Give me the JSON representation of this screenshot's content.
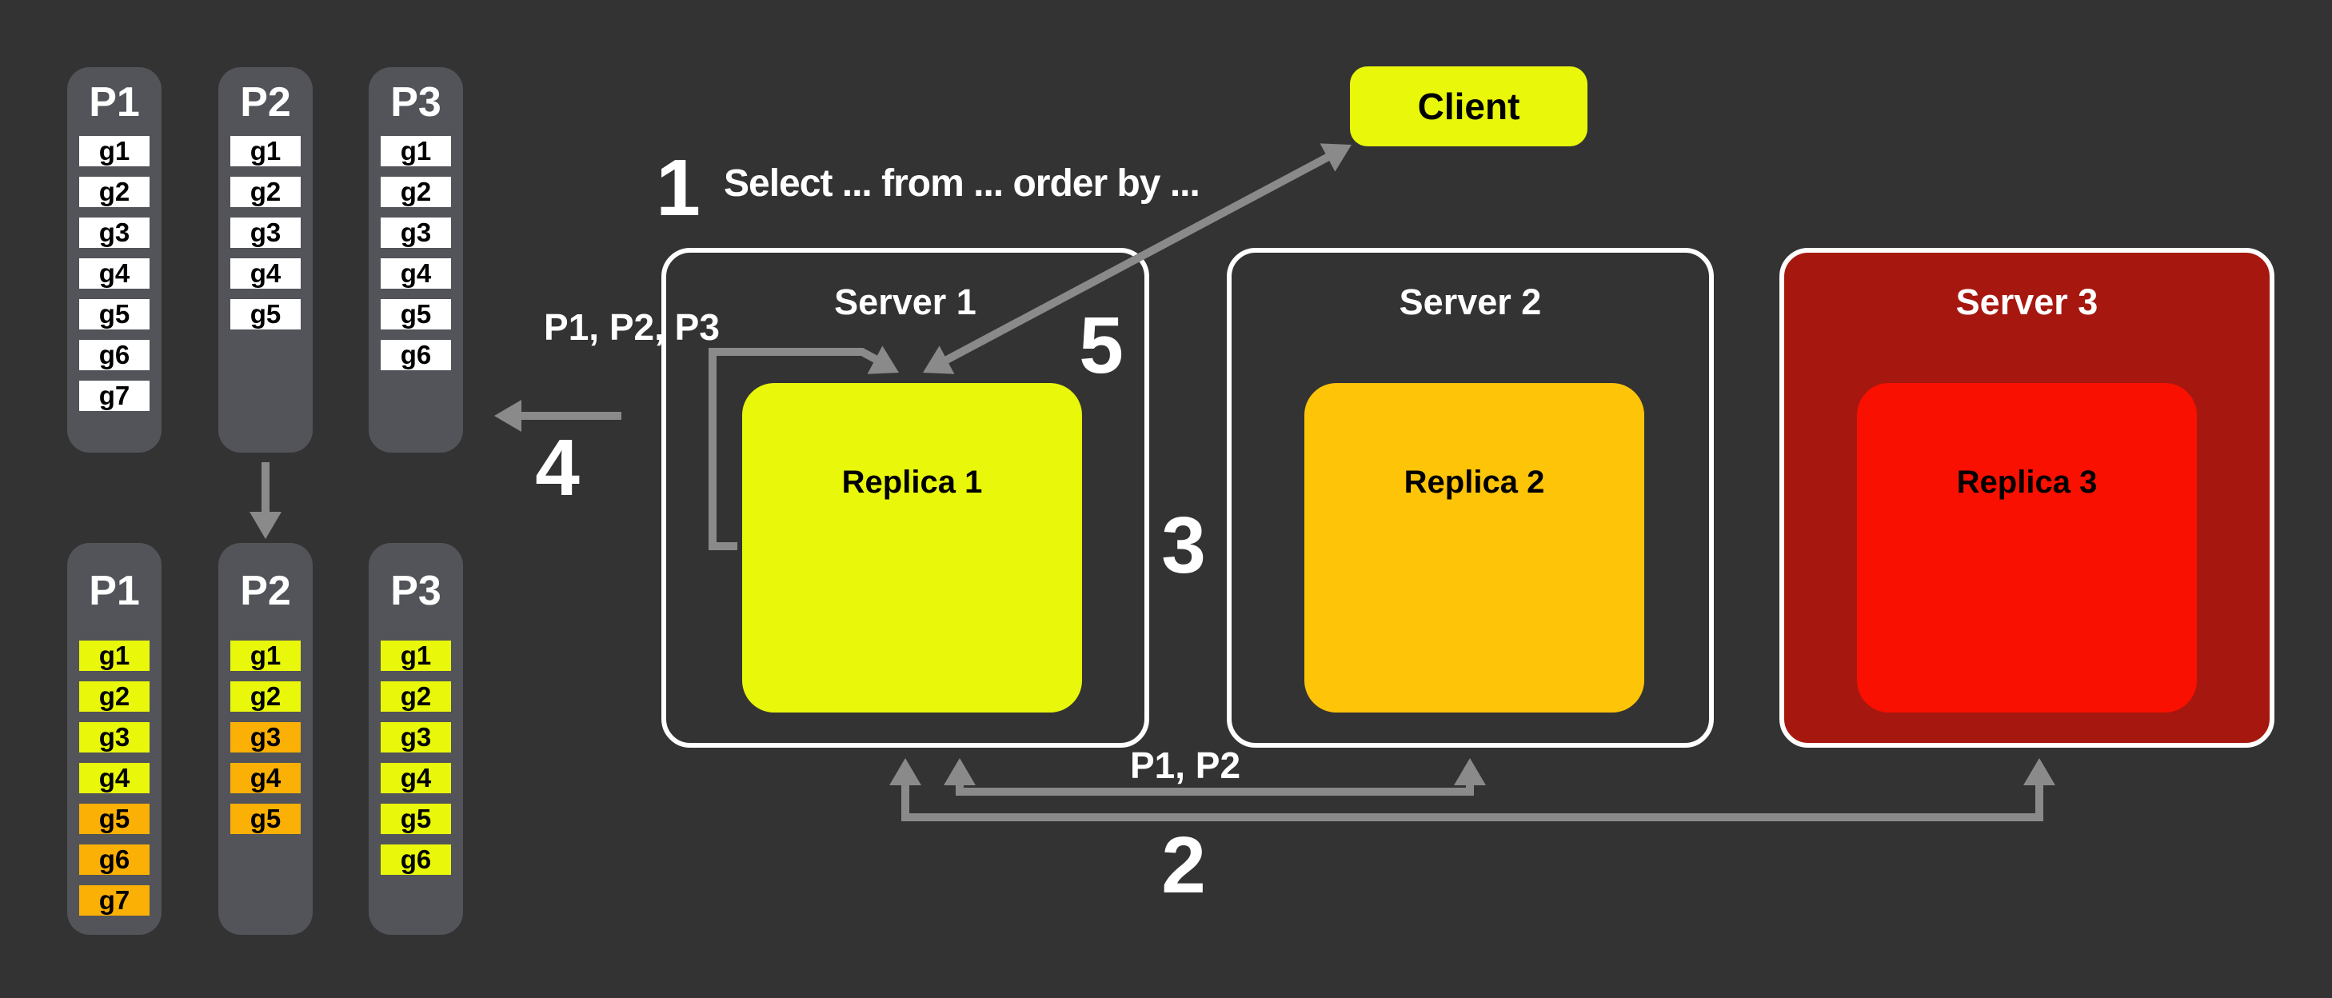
{
  "colors": {
    "background": "#333333",
    "panel": "#525459",
    "white_item": "#ffffff",
    "yellow": "#e9f70b",
    "orange": "#fbb005",
    "amber": "#fec408",
    "red": "#fa1000",
    "dark_red": "#a6180f",
    "arrow": "#8a8a8a"
  },
  "client": {
    "label": "Client"
  },
  "annotations": {
    "step1": {
      "number": "1",
      "text": "Select ... from ... order by ..."
    },
    "step2": {
      "number": "2",
      "label": "P1, P2"
    },
    "step3": {
      "number": "3"
    },
    "step4": {
      "number": "4"
    },
    "step5": {
      "number": "5"
    },
    "merge_label": "P1, P2, P3"
  },
  "servers": [
    {
      "title": "Server 1",
      "replica": {
        "label": "Replica 1",
        "color": "#e9f70b"
      }
    },
    {
      "title": "Server 2",
      "replica": {
        "label": "Replica 2",
        "color": "#fec408"
      }
    },
    {
      "title": "Server 3",
      "fill": "#a6180f",
      "replica": {
        "label": "Replica 3",
        "color": "#fa1000"
      }
    }
  ],
  "partitions_unsorted": [
    {
      "title": "P1",
      "items": [
        {
          "label": "g1",
          "color": "#ffffff"
        },
        {
          "label": "g2",
          "color": "#ffffff"
        },
        {
          "label": "g3",
          "color": "#ffffff"
        },
        {
          "label": "g4",
          "color": "#ffffff"
        },
        {
          "label": "g5",
          "color": "#ffffff"
        },
        {
          "label": "g6",
          "color": "#ffffff"
        },
        {
          "label": "g7",
          "color": "#ffffff"
        }
      ]
    },
    {
      "title": "P2",
      "items": [
        {
          "label": "g1",
          "color": "#ffffff"
        },
        {
          "label": "g2",
          "color": "#ffffff"
        },
        {
          "label": "g3",
          "color": "#ffffff"
        },
        {
          "label": "g4",
          "color": "#ffffff"
        },
        {
          "label": "g5",
          "color": "#ffffff"
        }
      ]
    },
    {
      "title": "P3",
      "items": [
        {
          "label": "g1",
          "color": "#ffffff"
        },
        {
          "label": "g2",
          "color": "#ffffff"
        },
        {
          "label": "g3",
          "color": "#ffffff"
        },
        {
          "label": "g4",
          "color": "#ffffff"
        },
        {
          "label": "g5",
          "color": "#ffffff"
        },
        {
          "label": "g6",
          "color": "#ffffff"
        }
      ]
    }
  ],
  "partitions_sorted": [
    {
      "title": "P1",
      "items": [
        {
          "label": "g1",
          "color": "#e9f70b"
        },
        {
          "label": "g2",
          "color": "#e9f70b"
        },
        {
          "label": "g3",
          "color": "#e9f70b"
        },
        {
          "label": "g4",
          "color": "#e9f70b"
        },
        {
          "label": "g5",
          "color": "#fbb005"
        },
        {
          "label": "g6",
          "color": "#fbb005"
        },
        {
          "label": "g7",
          "color": "#fbb005"
        }
      ]
    },
    {
      "title": "P2",
      "items": [
        {
          "label": "g1",
          "color": "#e9f70b"
        },
        {
          "label": "g2",
          "color": "#e9f70b"
        },
        {
          "label": "g3",
          "color": "#fbb005"
        },
        {
          "label": "g4",
          "color": "#fbb005"
        },
        {
          "label": "g5",
          "color": "#fbb005"
        }
      ]
    },
    {
      "title": "P3",
      "items": [
        {
          "label": "g1",
          "color": "#e9f70b"
        },
        {
          "label": "g2",
          "color": "#e9f70b"
        },
        {
          "label": "g3",
          "color": "#e9f70b"
        },
        {
          "label": "g4",
          "color": "#e9f70b"
        },
        {
          "label": "g5",
          "color": "#e9f70b"
        },
        {
          "label": "g6",
          "color": "#e9f70b"
        }
      ]
    }
  ]
}
